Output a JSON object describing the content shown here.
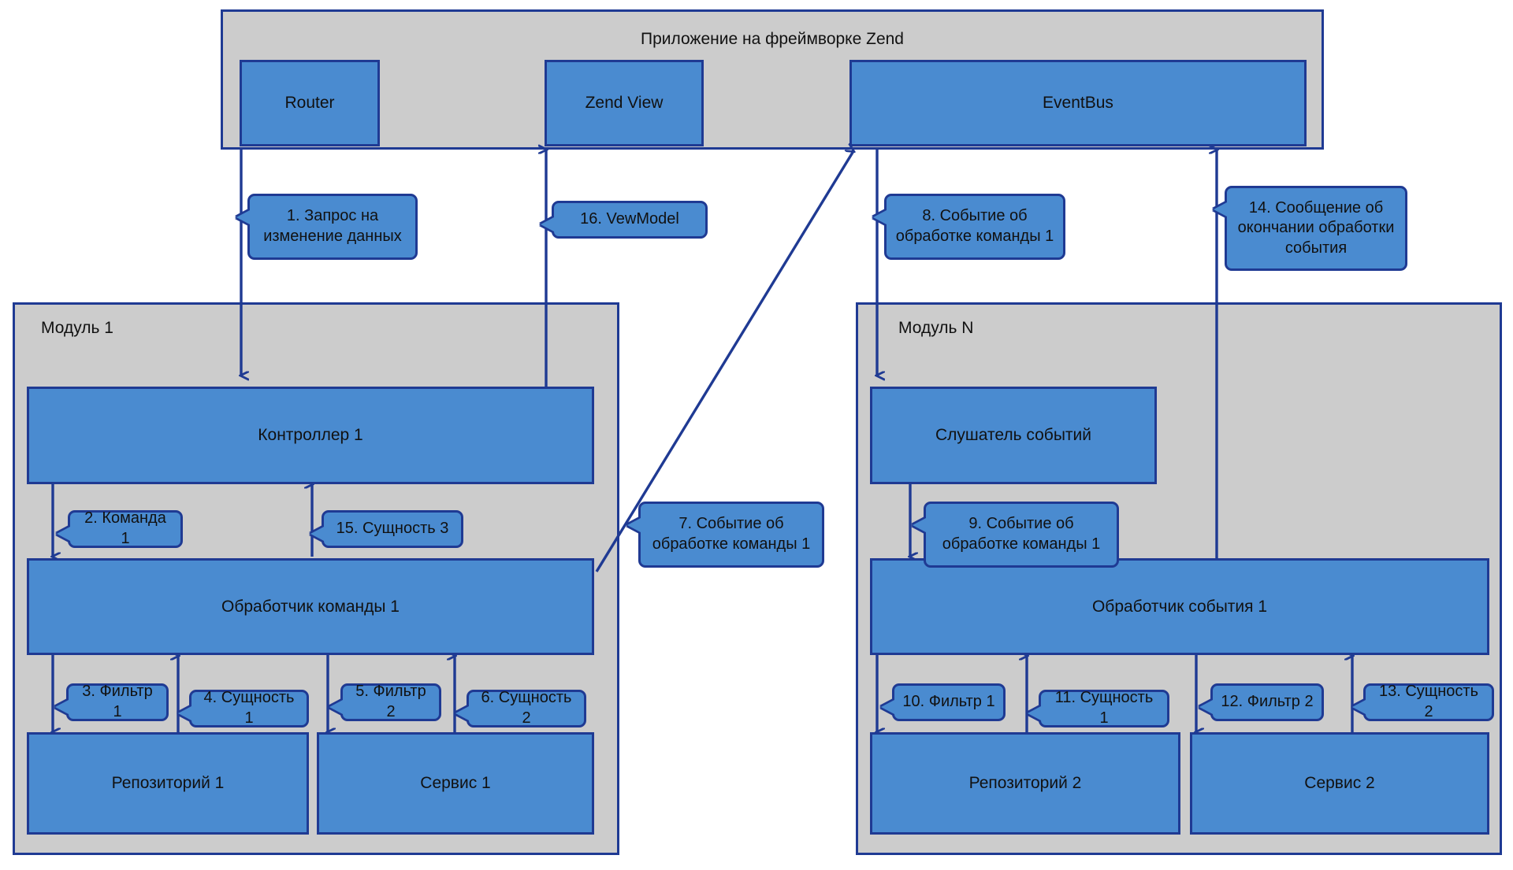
{
  "diagram": {
    "title": "Приложение на фреймворке Zend",
    "accent_blue": "#4a8bd0",
    "accent_border": "#1f3a93",
    "group_fill": "#cccccc",
    "background": "#ffffff"
  },
  "app_container": {
    "label": "Приложение на фреймворке Zend",
    "nodes": {
      "router": "Router",
      "zend_view": "Zend View",
      "event_bus": "EventBus"
    }
  },
  "module_left": {
    "label": "Модуль 1",
    "nodes": {
      "controller": "Контроллер 1",
      "command_handler": "Обработчик команды 1",
      "repository": "Репозиторий 1",
      "service": "Сервис 1"
    }
  },
  "module_right": {
    "label": "Модуль N",
    "nodes": {
      "listener": "Слушатель событий",
      "event_handler": "Обработчик события 1",
      "repository": "Репозиторий 2",
      "service": "Сервис 2"
    }
  },
  "callouts": {
    "c1": "1. Запрос на изменение данных",
    "c2": "2. Команда 1",
    "c3": "3. Фильтр 1",
    "c4": "4. Сущность 1",
    "c5": "5. Фильтр 2",
    "c6": "6. Сущность 2",
    "c7": "7. Событие об обработке команды 1",
    "c8": "8. Событие об обработке команды 1",
    "c9": "9. Событие об обработке команды 1",
    "c10": "10. Фильтр 1",
    "c11": "11. Сущность 1",
    "c12": "12. Фильтр 2",
    "c13": "13. Сущность 2",
    "c14": "14. Сообщение об окончании обработки события",
    "c15": "15. Сущность 3",
    "c16": "16. VewModel"
  }
}
